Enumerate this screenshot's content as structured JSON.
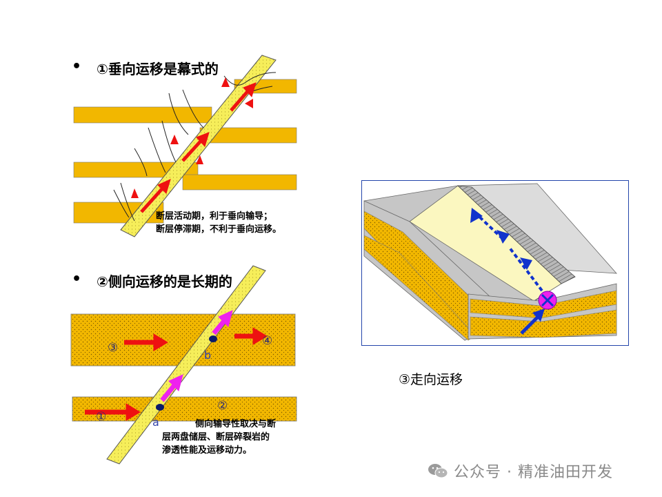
{
  "panel1": {
    "bullet": "•",
    "heading": "①垂向运移是幕式的",
    "note_line1": "断层活动期，利于垂向输导；",
    "note_line2": "断层停滞期，不利于垂向运移。"
  },
  "panel2": {
    "bullet": "•",
    "heading": "②侧向运移的是长期的",
    "labels": {
      "c1": "①",
      "c2": "②",
      "c3": "③",
      "c4": "④",
      "a": "a",
      "b": "b"
    },
    "note_line1": "侧向输导性取决与断",
    "note_line2": "层两盘储层、断层碎裂岩的",
    "note_line3": "渗透性能及运移动力。"
  },
  "panel3": {
    "caption": "③走向运移"
  },
  "watermark": {
    "text": "公众号 · 精准油田开发"
  },
  "colors": {
    "sand": "#f2b700",
    "fault": "#f6ee5a",
    "arrow_red": "#ee1111",
    "arrow_magenta": "#ee22ee",
    "dot_blue": "#0a1a6a",
    "arrow_blue": "#1133cc"
  },
  "icons": [
    "wechat-icon"
  ]
}
